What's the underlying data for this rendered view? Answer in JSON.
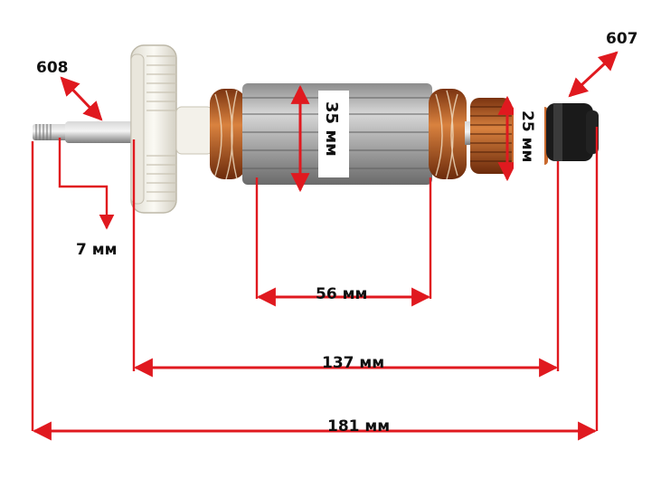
{
  "labels": {
    "part_left": "608",
    "part_right": "607",
    "shaft_diameter": "7 мм",
    "core_diameter": "35 мм",
    "commutator_diameter": "25 мм",
    "core_length": "56 мм",
    "bearing_span": "137 мм",
    "total_length": "181 мм"
  },
  "colors": {
    "dimension_line": "#e0191f",
    "copper": "#b5561f",
    "steel": "#9a9a9a",
    "fan": "#f1efe6",
    "bearing": "#1a1a1a"
  }
}
